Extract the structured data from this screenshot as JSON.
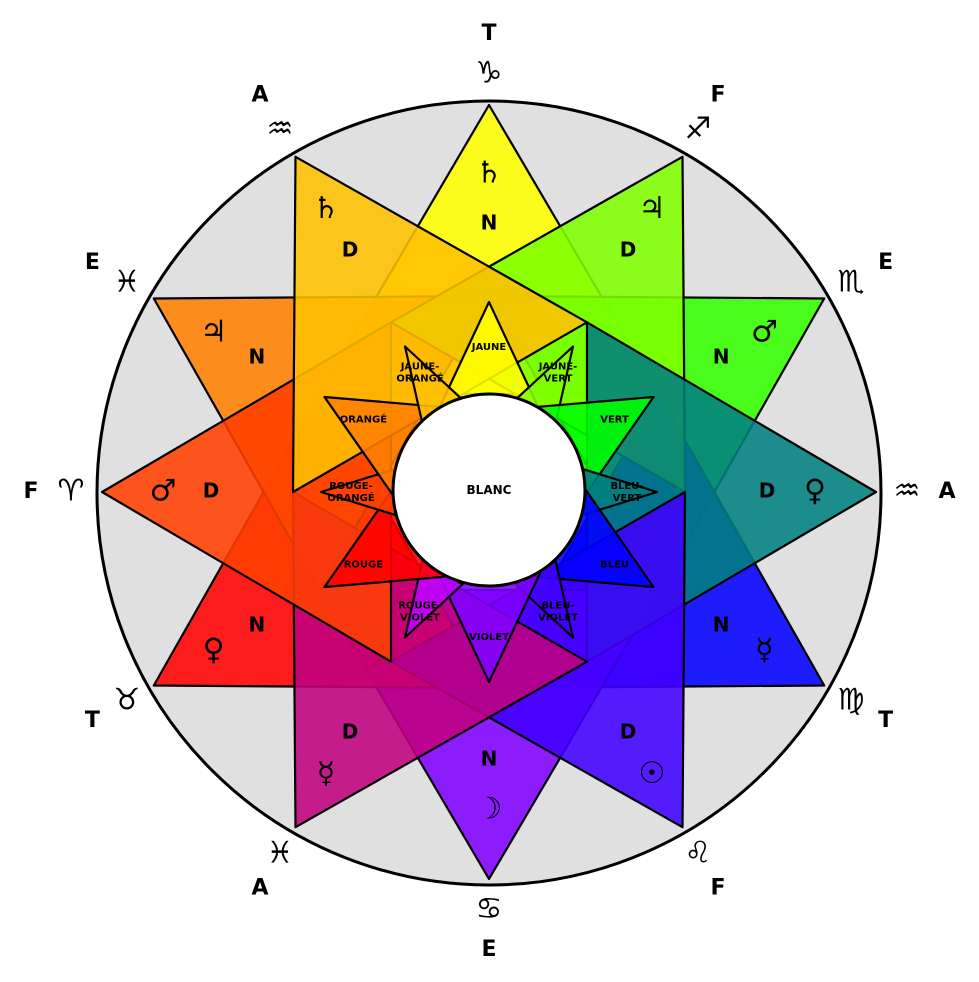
{
  "center_label": "BLANC",
  "outer_labels": [
    "T",
    "F",
    "E",
    "A",
    "T",
    "F",
    "E",
    "A",
    "T",
    "F",
    "E",
    "A"
  ],
  "zodiac": [
    "♑",
    "♐",
    "♏",
    "♒",
    "♍",
    "♌",
    "♋",
    "♓",
    "♉",
    "♈",
    "♓",
    "♒"
  ],
  "top_labels": [
    "N",
    "N",
    "N",
    "N",
    "N",
    "N"
  ],
  "top_planets": [
    "♄",
    "♂",
    "☿",
    "☽",
    "♀",
    "♃"
  ],
  "top_colors": [
    "#ffff00",
    "#33ff00",
    "#0000ff",
    "#8000ff",
    "#ff0000",
    "#ff8000"
  ],
  "bottom_labels": [
    "D",
    "D",
    "D",
    "D",
    "D",
    "D"
  ],
  "bottom_planets": [
    "♃",
    "♀",
    "☉",
    "☿",
    "♂",
    "♄"
  ],
  "bottom_colors": [
    "#80ff00",
    "#008080",
    "#4000ff",
    "#c00080",
    "#ff4000",
    "#ffc000"
  ],
  "inner_colors": [
    {
      "name": "JAUNE",
      "color": "#ffff00"
    },
    {
      "name": "JAUNE-VERT",
      "color": "#80ff00"
    },
    {
      "name": "VERT",
      "color": "#00ff00"
    },
    {
      "name": "BLEU-VERT",
      "color": "#008080"
    },
    {
      "name": "BLEU",
      "color": "#0000ff"
    },
    {
      "name": "BLEU-VIOLET",
      "color": "#4000ff"
    },
    {
      "name": "VIOLET",
      "color": "#8000ff"
    },
    {
      "name": "ROUGE-VIOLET",
      "color": "#c000ff"
    },
    {
      "name": "ROUGE",
      "color": "#ff0000"
    },
    {
      "name": "ROUGE-ORANGÉ",
      "color": "#ff4000"
    },
    {
      "name": "ORANGÉ",
      "color": "#ff8000"
    },
    {
      "name": "JAUNE-ORANGÉ",
      "color": "#ffc000"
    }
  ],
  "colors": {
    "disc": "#e0e0e0",
    "center": "#ffffff",
    "stroke": "#000000"
  }
}
